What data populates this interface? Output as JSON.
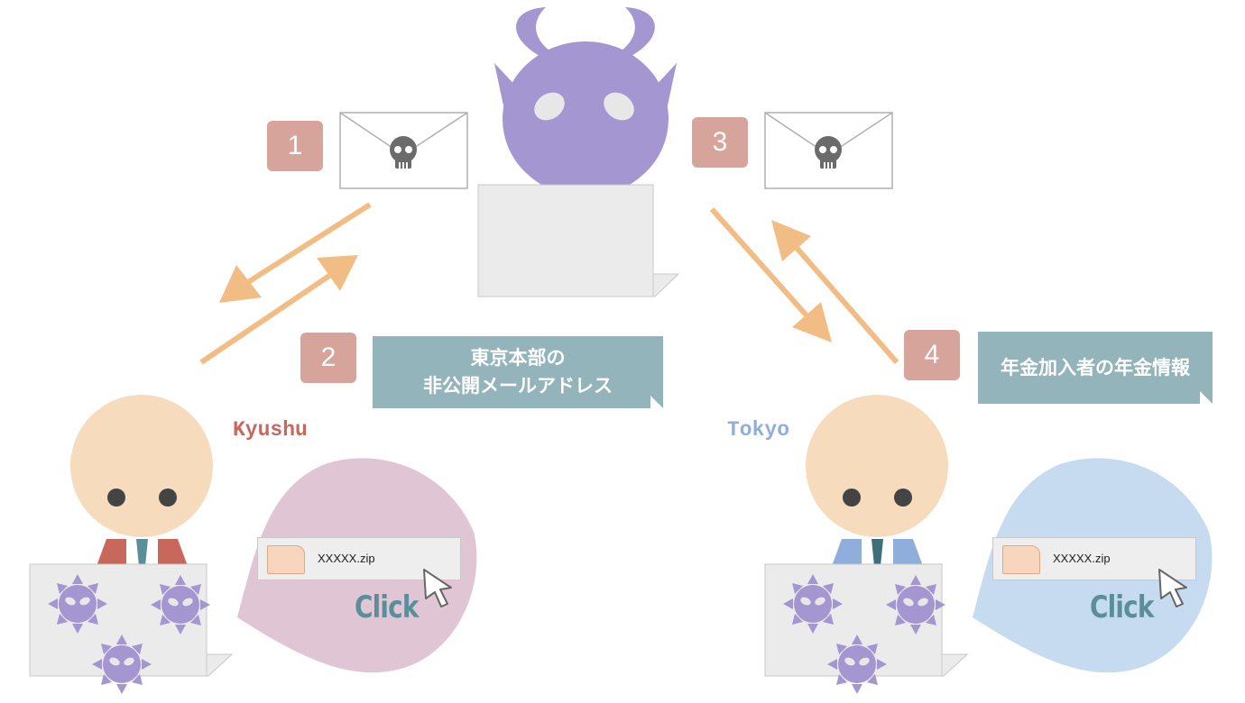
{
  "steps": [
    "1",
    "2",
    "3",
    "4"
  ],
  "notes": {
    "kyushu_note": [
      "東京本部の",
      "非公開メールアドレス"
    ],
    "tokyo_note": [
      "年金加入者の年金情報"
    ]
  },
  "places": {
    "left": "Kyushu",
    "right": "Tokyo"
  },
  "files": {
    "left_file": "XXXXX.zip",
    "right_file": "XXXXX.zip"
  },
  "click": {
    "left": "Click",
    "right": "Click"
  },
  "colors": {
    "attacker": "#a496d0",
    "arrow": "#f2bd85",
    "badge": "#d6a49b",
    "note": "#93b4bb",
    "kyushu_label": "#c8685c",
    "tokyo_label": "#90aedc",
    "kyushu_bubble": "#e0c5d4",
    "tokyo_bubble": "#c6dbf0",
    "face": "#f6dcbd",
    "laptop": "#ebebeb",
    "virus": "#a496d0"
  },
  "icons": [
    "devil-icon",
    "envelope-skull-icon",
    "laptop-icon",
    "person-icon",
    "virus-icon",
    "cursor-arrow-icon",
    "zip-file-icon"
  ]
}
